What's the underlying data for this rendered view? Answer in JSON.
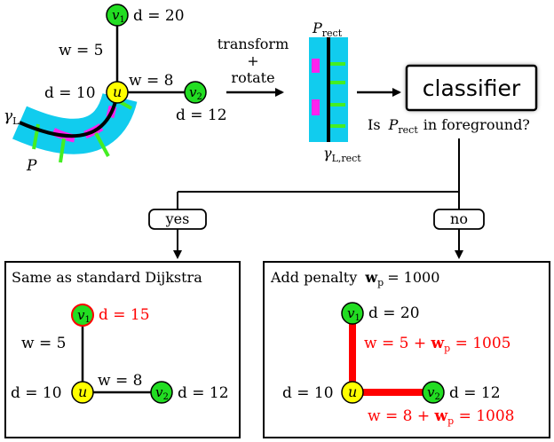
{
  "colors": {
    "node_yellow": "#ffff00",
    "node_green": "#22dd22",
    "path_cyan": "#11ccee",
    "patch_magenta": "#ff22ee",
    "tick_green": "#44ee22",
    "red": "#ff0000",
    "black": "#000000"
  },
  "top_graph": {
    "v1_label": "v",
    "v1_sub": "1",
    "v1_d": "d = 20",
    "w_v1": "w = 5",
    "u_label": "u",
    "u_d": "d = 10",
    "w_v2": "w = 8",
    "v2_label": "v",
    "v2_sub": "2",
    "v2_d": "d = 12",
    "gamma": "γ",
    "gamma_sub": "L",
    "path_label": "P"
  },
  "transform": {
    "line1": "transform",
    "line2": "+",
    "line3": "rotate"
  },
  "rect": {
    "label": "P",
    "label_sub": "rect",
    "gamma": "γ",
    "gamma_sub": "L,rect"
  },
  "classifier": {
    "label": "classifier",
    "question_pre": "Is",
    "question_var": "P",
    "question_sub": "rect",
    "question_post": "in foreground?"
  },
  "branches": {
    "yes": "yes",
    "no": "no"
  },
  "left_panel": {
    "title": "Same as standard Dijkstra",
    "v1_d": "d = 15",
    "w_v1": "w = 5",
    "u_d": "d = 10",
    "w_v2": "w = 8",
    "v2_d": "d = 12"
  },
  "right_panel": {
    "title_pre": "Add penalty",
    "title_w": "w",
    "title_sub": "p",
    "title_val": "= 1000",
    "v1_d": "d = 20",
    "w_v1_a": "w = 5 + ",
    "w_v1_b": "w",
    "w_v1_sub": "p",
    "w_v1_c": " = 1005",
    "u_d": "d = 10",
    "v2_d": "d = 12",
    "w_v2_a": "w = 8 + ",
    "w_v2_b": "w",
    "w_v2_sub": "p",
    "w_v2_c": " = 1008"
  }
}
